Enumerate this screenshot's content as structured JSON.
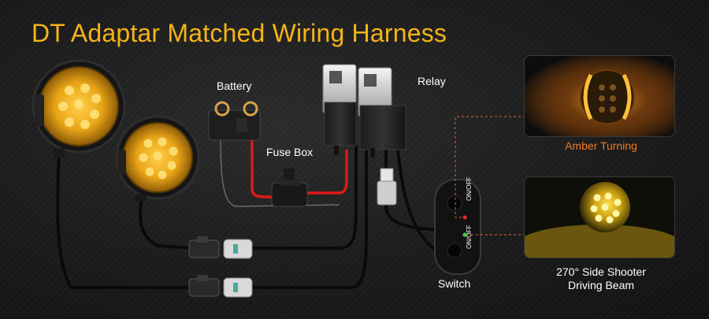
{
  "title": "DT Adaptar Matched Wiring Harness",
  "labels": {
    "battery": "Battery",
    "relay": "Relay",
    "fuse_box": "Fuse Box",
    "switch": "Switch"
  },
  "switch_buttons": [
    "ON/OFF",
    "ON/OFF"
  ],
  "modes": [
    {
      "lines": [
        "Amber Turning"
      ]
    },
    {
      "lines": [
        "270° Side Shooter",
        "Driving Beam"
      ]
    }
  ],
  "colors": {
    "title": "#f5b417",
    "amber_caption": "#f07a22",
    "callout_line": "#e0662a",
    "power_wire": "#e01818",
    "amber_light": "#f0a818"
  }
}
